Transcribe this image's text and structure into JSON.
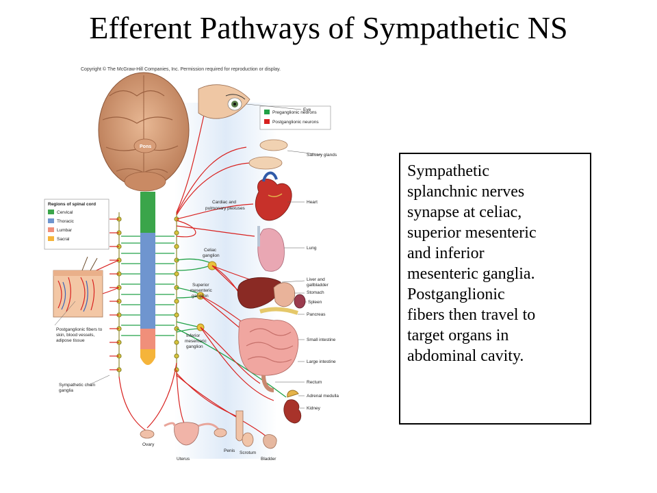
{
  "slide": {
    "title": "Efferent Pathways of Sympathetic NS",
    "copyright": "Copyright © The McGraw-Hill Companies, Inc. Permission required for reproduction or display.",
    "textbox_lines": [
      "Sympathetic",
      "splanchnic  nerves",
      "synapse  at celiac,",
      "superior mesenteric",
      "and inferior",
      "mesenteric  ganglia.",
      "Postganglionic",
      "fibers then travel to",
      "target organs in",
      "abdominal cavity."
    ]
  },
  "legend_neurons": {
    "items": [
      {
        "label": "Preganglionic neurons",
        "color": "#21a147"
      },
      {
        "label": "Postganglionic neurons",
        "color": "#d8211f"
      }
    ]
  },
  "legend_regions": {
    "title": "Regions of spinal cord",
    "items": [
      {
        "label": "Cervical",
        "color": "#3aa54a"
      },
      {
        "label": "Thoracic",
        "color": "#6f95cf"
      },
      {
        "label": "Lumbar",
        "color": "#f08f7a"
      },
      {
        "label": "Sacral",
        "color": "#f5b43a"
      }
    ]
  },
  "labels": {
    "pons": "Pons",
    "eye": "Eye",
    "salivary": "Salivary glands",
    "cardiac_1": "Cardiac and",
    "cardiac_2": "pulmonary plexuses",
    "heart": "Heart",
    "lung": "Lung",
    "celiac_1": "Celiac",
    "celiac_2": "ganglion",
    "sup_mes_1": "Superior",
    "sup_mes_2": "mesenteric",
    "sup_mes_3": "ganglion",
    "inf_mes_1": "Inferior",
    "inf_mes_2": "mesenteric",
    "inf_mes_3": "ganglion",
    "liver_1": "Liver and",
    "liver_2": "gallbladder",
    "stomach": "Stomach",
    "spleen": "Spleen",
    "pancreas": "Pancreas",
    "small_int": "Small intestine",
    "large_int": "Large intestine",
    "rectum": "Rectum",
    "adrenal": "Adrenal medulla",
    "kidney": "Kidney",
    "skin_1": "Postganglionic fibers to",
    "skin_2": "skin, blood vessels,",
    "skin_3": "adipose tissue",
    "chain_1": "Sympathetic chain",
    "chain_2": "ganglia",
    "ovary": "Ovary",
    "uterus": "Uterus",
    "penis": "Penis",
    "scrotum": "Scrotum",
    "bladder": "Bladder"
  }
}
